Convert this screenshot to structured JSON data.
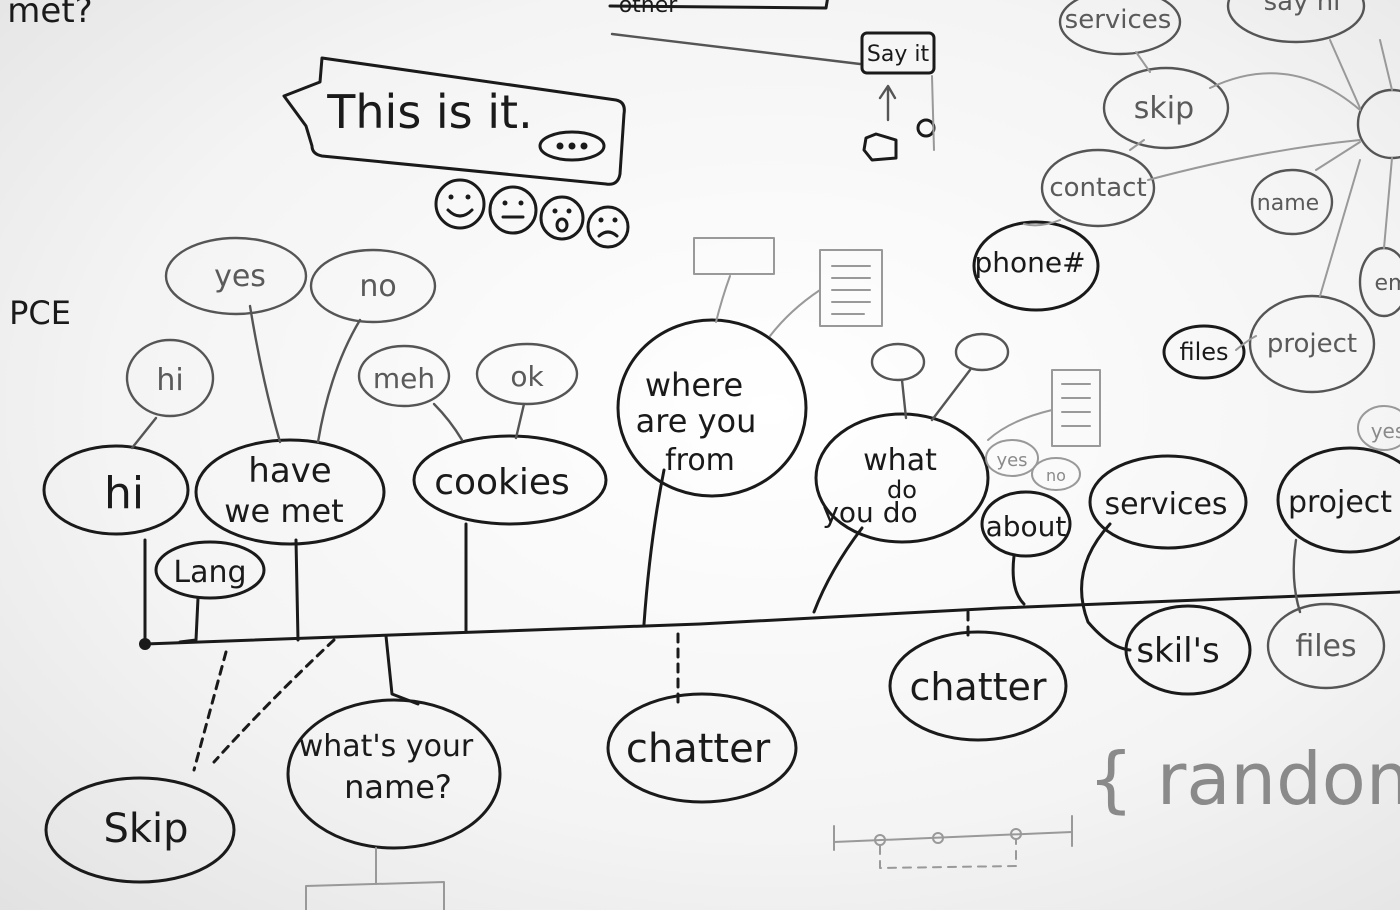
{
  "top_fragments": {
    "corner_text": "met?",
    "other": "other",
    "say_it": "Say it"
  },
  "bubble": {
    "text": "This is it."
  },
  "left_label": "PCE",
  "timeline": {
    "hi": "hi",
    "hi_branch": "hi",
    "lang": "Lang",
    "have_we_met": [
      "have",
      "we met"
    ],
    "yes": "yes",
    "no": "no",
    "cookies": "cookies",
    "meh": "meh",
    "ok": "ok",
    "where_are_you_from": [
      "where",
      "are you",
      "from"
    ],
    "what_do_you_do": [
      "what",
      "do",
      "you do"
    ],
    "about": "about",
    "about_yes": "yes",
    "about_no": "no",
    "services": "services",
    "project": "project",
    "project_yes": "yes"
  },
  "below": {
    "skip": "Skip",
    "whats_your_name": [
      "what's your",
      "name?"
    ],
    "chatter_1": "chatter",
    "chatter_2": "chatter",
    "skills": "skil's",
    "files": "files",
    "random": "{ random"
  },
  "right_cluster": {
    "services": "services",
    "say_hi": "say hi",
    "skip": "skip",
    "contact": "contact",
    "phone": "phone#",
    "name": "name",
    "email": "em",
    "files": "files",
    "project": "project"
  }
}
